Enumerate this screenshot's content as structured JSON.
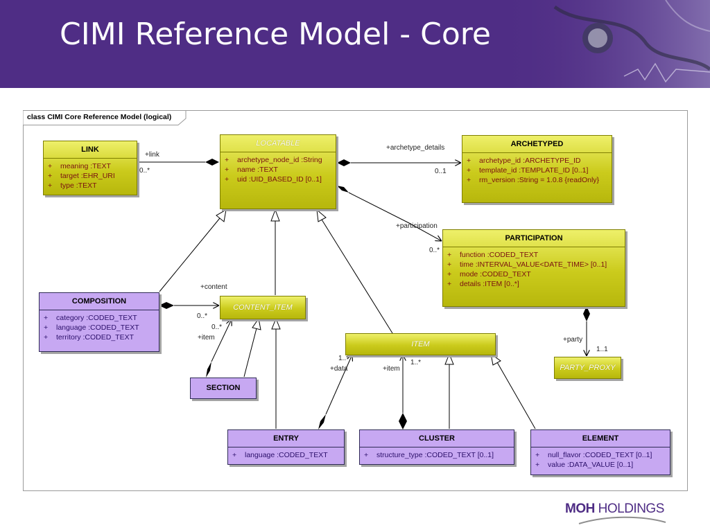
{
  "slide": {
    "title": "CIMI Reference Model - Core"
  },
  "diagram": {
    "frame_label": "class CIMI Core Reference Model (logical)",
    "classes": {
      "link": {
        "title": "LINK",
        "attrs": [
          {
            "vis": "+",
            "text": "meaning  :TEXT"
          },
          {
            "vis": "+",
            "text": "target  :EHR_URI"
          },
          {
            "vis": "+",
            "text": "type  :TEXT"
          }
        ]
      },
      "locatable": {
        "title": "LOCATABLE",
        "attrs": [
          {
            "vis": "+",
            "text": "archetype_node_id  :String"
          },
          {
            "vis": "+",
            "text": "name  :TEXT"
          },
          {
            "vis": "+",
            "text": "uid  :UID_BASED_ID [0..1]"
          }
        ]
      },
      "archetyped": {
        "title": "ARCHETYPED",
        "attrs": [
          {
            "vis": "+",
            "text": "archetype_id  :ARCHETYPE_ID"
          },
          {
            "vis": "+",
            "text": "template_id  :TEMPLATE_ID [0..1]"
          },
          {
            "vis": "+",
            "text": "rm_version  :String = 1.0.8 {readOnly}"
          }
        ]
      },
      "participation": {
        "title": "PARTICIPATION",
        "attrs": [
          {
            "vis": "+",
            "text": "function  :CODED_TEXT"
          },
          {
            "vis": "+",
            "text": "time  :INTERVAL_VALUE<DATE_TIME> [0..1]"
          },
          {
            "vis": "+",
            "text": "mode  :CODED_TEXT"
          },
          {
            "vis": "+",
            "text": "details  :ITEM [0..*]"
          }
        ]
      },
      "composition": {
        "title": "COMPOSITION",
        "attrs": [
          {
            "vis": "+",
            "text": "category  :CODED_TEXT"
          },
          {
            "vis": "+",
            "text": "language  :CODED_TEXT"
          },
          {
            "vis": "+",
            "text": "territory  :CODED_TEXT"
          }
        ]
      },
      "content_item": {
        "title": "CONTENT_ITEM"
      },
      "item": {
        "title": "ITEM"
      },
      "party_proxy": {
        "title": "PARTY_PROXY"
      },
      "section": {
        "title": "SECTION"
      },
      "entry": {
        "title": "ENTRY",
        "attrs": [
          {
            "vis": "+",
            "text": "language  :CODED_TEXT"
          }
        ]
      },
      "cluster": {
        "title": "CLUSTER",
        "attrs": [
          {
            "vis": "+",
            "text": "structure_type  :CODED_TEXT [0..1]"
          }
        ]
      },
      "element": {
        "title": "ELEMENT",
        "attrs": [
          {
            "vis": "+",
            "text": "null_flavor  :CODED_TEXT [0..1]"
          },
          {
            "vis": "+",
            "text": "value  :DATA_VALUE [0..1]"
          }
        ]
      }
    },
    "labels": {
      "link_role": "+link",
      "link_mult": "0..*",
      "archetype_details_role": "+archetype_details",
      "archetype_details_mult": "0..1",
      "participation_role": "+participation",
      "participation_mult": "0..*",
      "content_role": "+content",
      "content_mult": "0..*",
      "section_item_mult": "0..*",
      "section_item_role": "+item",
      "data_mult": "1..*",
      "data_role": "+data",
      "cluster_item_role": "+item",
      "cluster_item_mult": "1..*",
      "party_role": "+party",
      "party_mult": "1..1"
    }
  },
  "logo": {
    "part1": "M",
    "part2": "O",
    "part3": "H",
    "part4": " HOLDINGS"
  }
}
